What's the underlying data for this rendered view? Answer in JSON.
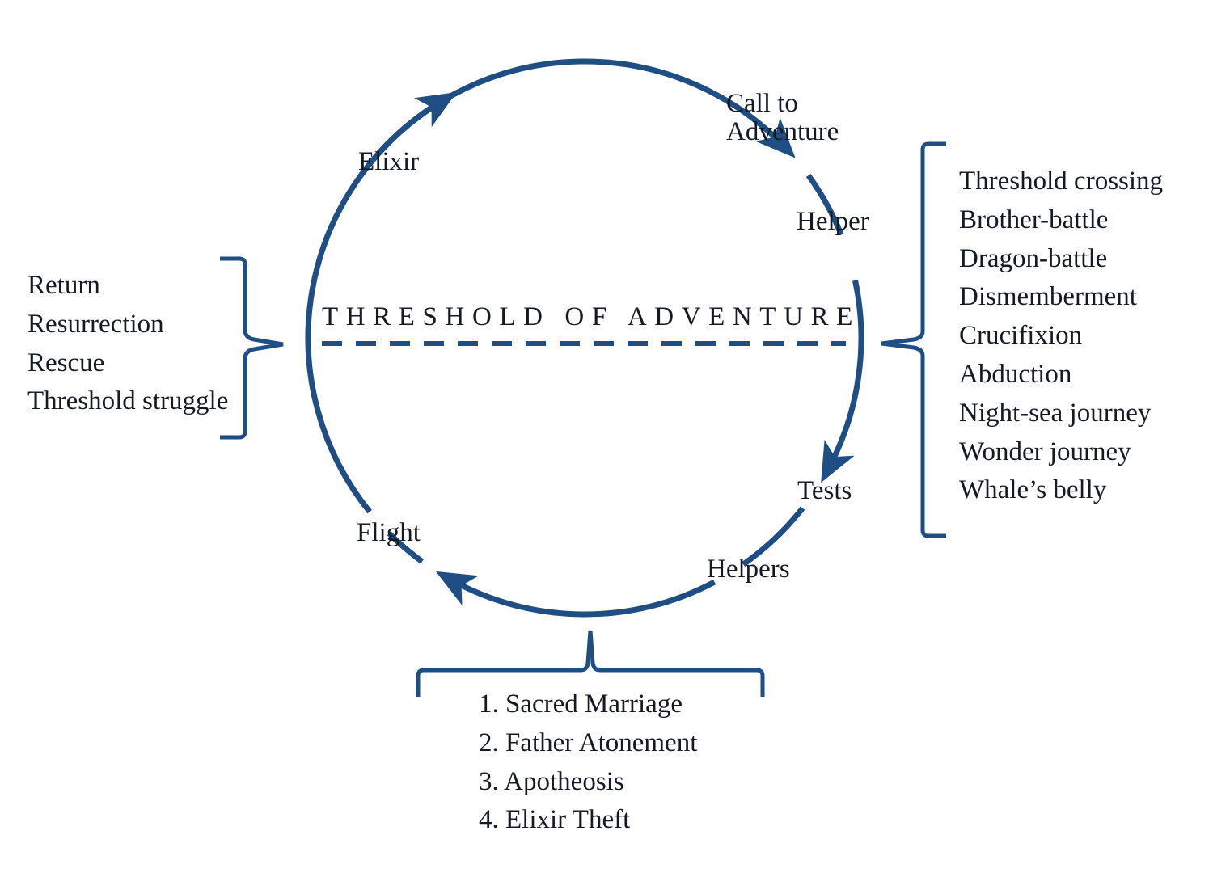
{
  "diagram": {
    "title": "Hero's Journey (Monomyth) Cycle",
    "stroke_color": "#1f4e85",
    "text_color": "#141a24",
    "threshold_label": "THRESHOLD OF ADVENTURE",
    "cycle_labels": {
      "call": [
        "Call to",
        "Adventure"
      ],
      "helper": "Helper",
      "tests": "Tests",
      "helpers": "Helpers",
      "flight": "Flight",
      "elixir": "Elixir"
    },
    "left_group": {
      "items": [
        "Return",
        "Resurrection",
        "Rescue",
        "Threshold struggle"
      ]
    },
    "right_group": {
      "items": [
        "Threshold crossing",
        "Brother-battle",
        "Dragon-battle",
        "Dismemberment",
        "Crucifixion",
        "Abduction",
        "Night-sea journey",
        "Wonder journey",
        "Whale’s belly"
      ]
    },
    "bottom_group": {
      "items": [
        "1. Sacred Marriage",
        "2. Father Atonement",
        "3. Apotheosis",
        "4. Elixir Theft"
      ]
    },
    "flow_direction": "clockwise"
  }
}
